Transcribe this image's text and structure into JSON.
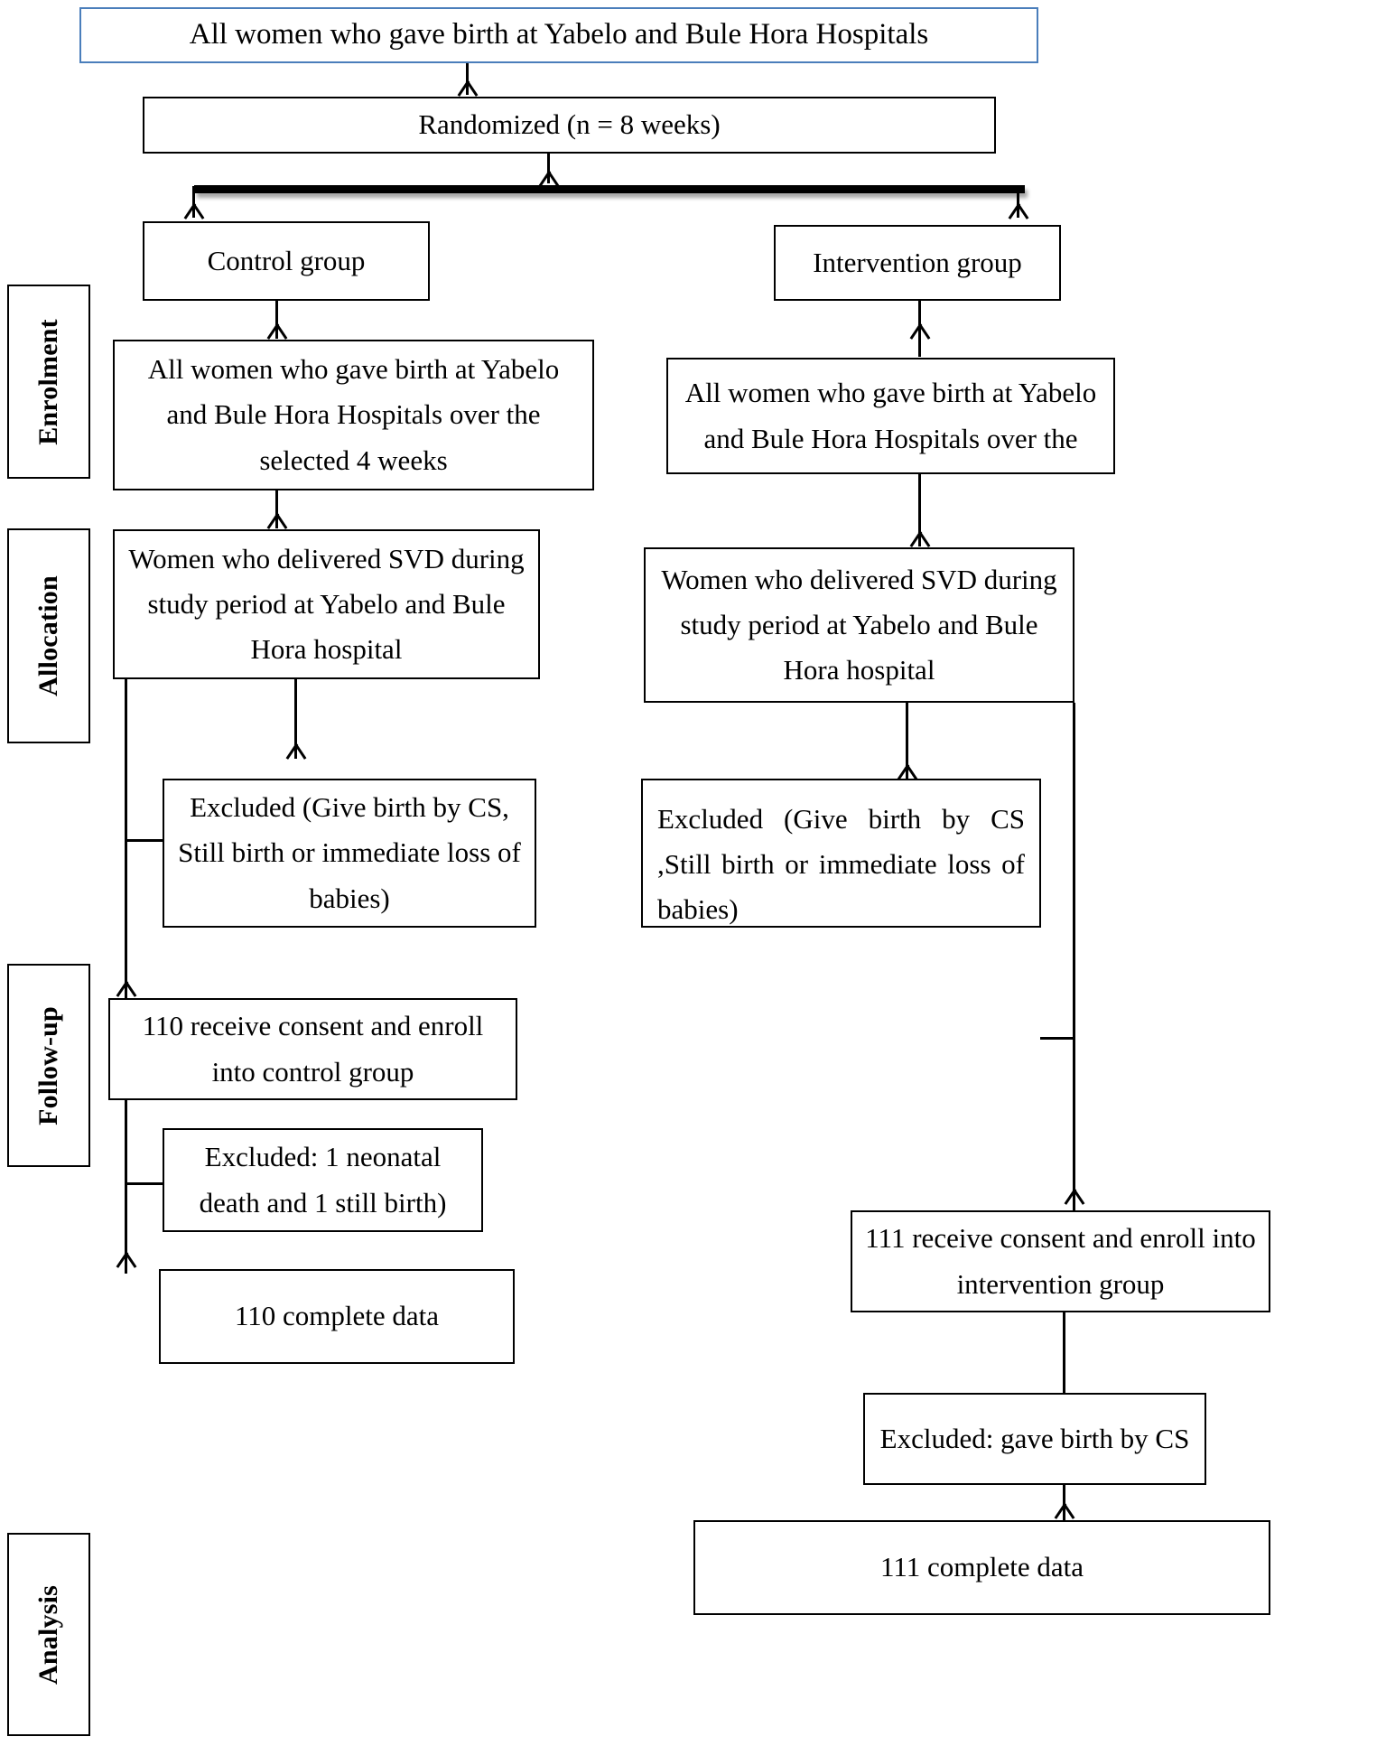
{
  "diagram": {
    "title": "CONSORT-style participant flow diagram",
    "type": "flowchart",
    "accent_border_color": "#4a7ebb",
    "line_color": "#000000",
    "background": "#ffffff"
  },
  "header": {
    "title_box": "All women who gave birth at Yabelo and Bule Hora Hospitals",
    "randomized_box": "Randomized (n = 8 weeks)"
  },
  "stages": [
    {
      "id": "enrolment",
      "label": "Enrolment"
    },
    {
      "id": "allocation",
      "label": "Allocation"
    },
    {
      "id": "follow-up",
      "label": "Follow-up"
    },
    {
      "id": "analysis",
      "label": "Analysis"
    }
  ],
  "control_arm": {
    "group_label": "Control group",
    "enrolment": "All women who gave birth at Yabelo and Bule Hora Hospitals over the selected 4 weeks",
    "allocation": "Women who delivered SVD during study period at Yabelo and Bule Hora hospital",
    "excluded_allocation": "Excluded (Give birth by CS, Still birth or immediate loss of babies)",
    "enrolled": "110 receive consent and enroll into control group",
    "excluded_followup": "Excluded: 1 neonatal death and 1 still birth)",
    "analysis": "110 complete data",
    "enrolled_count": 110,
    "analysis_count": 110
  },
  "intervention_arm": {
    "group_label": "Intervention group",
    "enrolment": "All women who gave birth at Yabelo and Bule Hora Hospitals over the",
    "allocation": "Women who delivered SVD during study period  at Yabelo and Bule Hora hospital",
    "excluded_allocation": "Excluded (Give birth by CS ,Still  birth  or  immediate  loss  of babies)",
    "enrolled": "111 receive consent and enroll into intervention group",
    "excluded_followup": "Excluded: gave birth by CS",
    "analysis": "111 complete data",
    "enrolled_count": 111,
    "analysis_count": 111
  }
}
